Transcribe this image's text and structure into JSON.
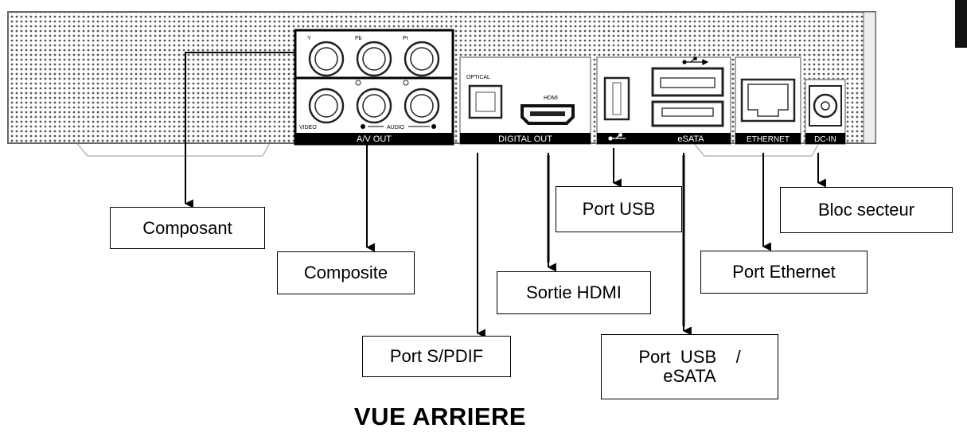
{
  "title": "VUE ARRIERE",
  "panel_labels": {
    "av_out": "A/V OUT",
    "digital_out": "DIGITAL OUT",
    "esata": "eSATA",
    "ethernet": "ETHERNET",
    "dc_in": "DC-IN",
    "optical": "OPTICAL",
    "hdmi": "HDMI",
    "video": "VIDEO",
    "audio": "AUDIO",
    "y": "Y",
    "pb": "Pb",
    "pr": "Pr"
  },
  "callouts": {
    "composant": "Composant",
    "composite": "Composite",
    "spdif": "Port S/PDIF",
    "hdmi_out": "Sortie HDMI",
    "usb": "Port USB",
    "usb_esata_line1": "Port  USB    /",
    "usb_esata_line2": "eSATA",
    "ethernet": "Port Ethernet",
    "power": "Bloc secteur"
  }
}
